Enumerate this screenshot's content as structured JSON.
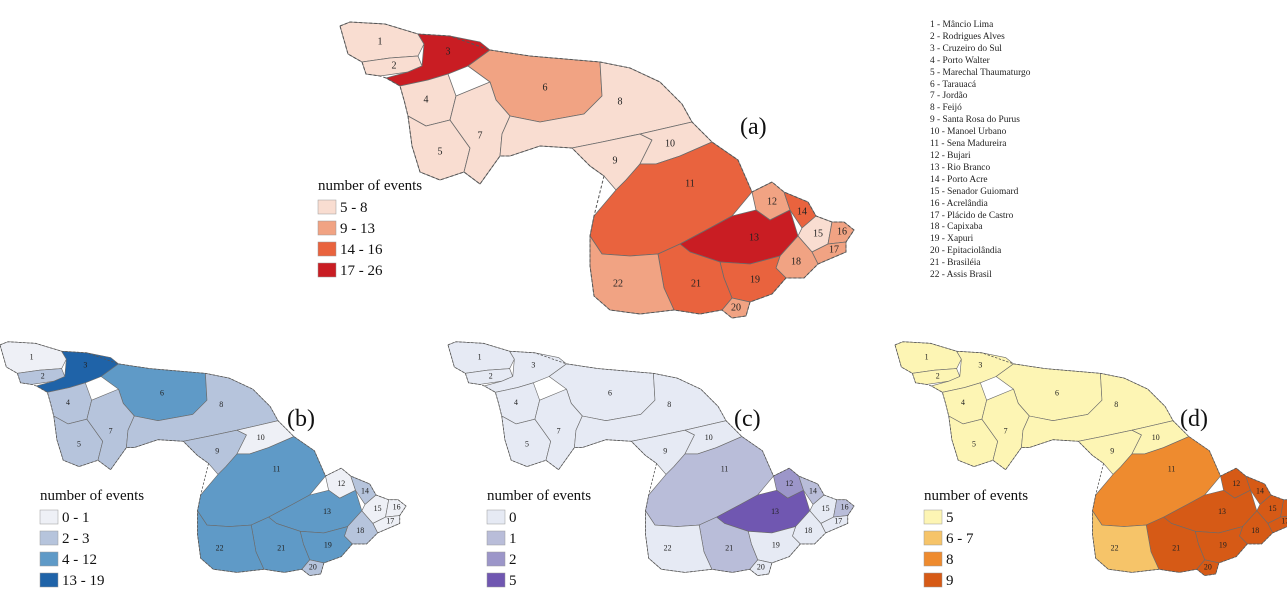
{
  "legend_title": "number of events",
  "municipalities": [
    {
      "id": "1",
      "name": "Mâncio Lima"
    },
    {
      "id": "2",
      "name": "Rodrigues Alves"
    },
    {
      "id": "3",
      "name": "Cruzeiro do Sul"
    },
    {
      "id": "4",
      "name": "Porto Walter"
    },
    {
      "id": "5",
      "name": "Marechal Thaumaturgo"
    },
    {
      "id": "6",
      "name": "Tarauacá"
    },
    {
      "id": "7",
      "name": "Jordão"
    },
    {
      "id": "8",
      "name": "Feijó"
    },
    {
      "id": "9",
      "name": "Santa Rosa do Purus"
    },
    {
      "id": "10",
      "name": "Manoel Urbano"
    },
    {
      "id": "11",
      "name": "Sena Madureira"
    },
    {
      "id": "12",
      "name": "Bujari"
    },
    {
      "id": "13",
      "name": "Rio Branco"
    },
    {
      "id": "14",
      "name": "Porto Acre"
    },
    {
      "id": "15",
      "name": "Senador Guiomard"
    },
    {
      "id": "16",
      "name": "Acrelândia"
    },
    {
      "id": "17",
      "name": "Plácido de Castro"
    },
    {
      "id": "18",
      "name": "Capixaba"
    },
    {
      "id": "19",
      "name": "Xapuri"
    },
    {
      "id": "20",
      "name": "Epitaciolândia"
    },
    {
      "id": "21",
      "name": "Brasiléia"
    },
    {
      "id": "22",
      "name": "Assis Brasil"
    }
  ],
  "panels": [
    {
      "letter": "(a)",
      "classes": [
        {
          "label": "5 - 8",
          "color": "#f9ddd1"
        },
        {
          "label": "9 - 13",
          "color": "#f1a383"
        },
        {
          "label": "14 - 16",
          "color": "#e9633e"
        },
        {
          "label": "17 - 26",
          "color": "#c91d23"
        }
      ],
      "assign": {
        "1": 0,
        "2": 0,
        "3": 3,
        "4": 0,
        "5": 0,
        "6": 1,
        "7": 0,
        "8": 0,
        "9": 0,
        "10": 0,
        "11": 2,
        "12": 1,
        "13": 3,
        "14": 2,
        "15": 0,
        "16": 1,
        "17": 1,
        "18": 1,
        "19": 2,
        "20": 1,
        "21": 2,
        "22": 1
      }
    },
    {
      "letter": "(b)",
      "classes": [
        {
          "label": "0 - 1",
          "color": "#eef0f6"
        },
        {
          "label": "2 - 3",
          "color": "#b6c4dc"
        },
        {
          "label": "4 - 12",
          "color": "#5f9ac7"
        },
        {
          "label": "13 - 19",
          "color": "#1f63a8"
        }
      ],
      "assign": {
        "1": 0,
        "2": 1,
        "3": 3,
        "4": 1,
        "5": 1,
        "6": 2,
        "7": 1,
        "8": 1,
        "9": 1,
        "10": 0,
        "11": 2,
        "12": 0,
        "13": 2,
        "14": 1,
        "15": 0,
        "16": 0,
        "17": 0,
        "18": 1,
        "19": 2,
        "20": 1,
        "21": 2,
        "22": 2
      }
    },
    {
      "letter": "(c)",
      "classes": [
        {
          "label": "0",
          "color": "#e6eaf4"
        },
        {
          "label": "1",
          "color": "#b9bdd9"
        },
        {
          "label": "2",
          "color": "#9c96c9"
        },
        {
          "label": "5",
          "color": "#7057b1"
        }
      ],
      "assign": {
        "1": 0,
        "2": 0,
        "3": 0,
        "4": 0,
        "5": 0,
        "6": 0,
        "7": 0,
        "8": 0,
        "9": 0,
        "10": 0,
        "11": 1,
        "12": 2,
        "13": 3,
        "14": 1,
        "15": 0,
        "16": 1,
        "17": 0,
        "18": 0,
        "19": 0,
        "20": 0,
        "21": 1,
        "22": 0
      }
    },
    {
      "letter": "(d)",
      "classes": [
        {
          "label": "5",
          "color": "#fdf5b4"
        },
        {
          "label": "6 - 7",
          "color": "#f6c469"
        },
        {
          "label": "8",
          "color": "#ee8b2f"
        },
        {
          "label": "9",
          "color": "#d65a16"
        }
      ],
      "assign": {
        "1": 0,
        "2": 0,
        "3": 0,
        "4": 0,
        "5": 0,
        "6": 0,
        "7": 0,
        "8": 0,
        "9": 0,
        "10": 0,
        "11": 2,
        "12": 3,
        "13": 3,
        "14": 3,
        "15": 3,
        "16": 3,
        "17": 3,
        "18": 3,
        "19": 3,
        "20": 3,
        "21": 3,
        "22": 1
      }
    }
  ]
}
